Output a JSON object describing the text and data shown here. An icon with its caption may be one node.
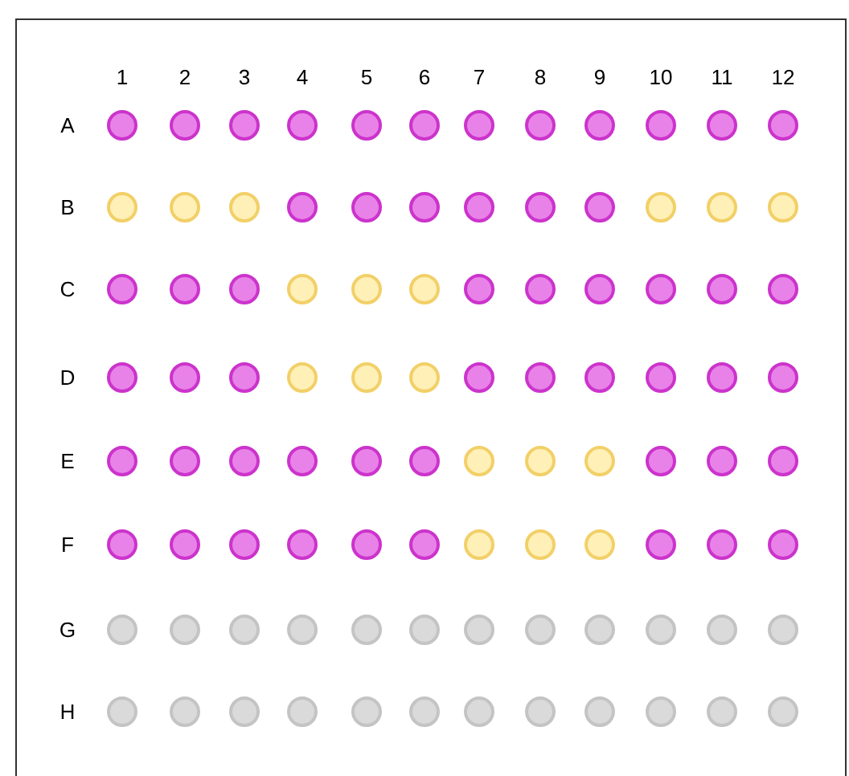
{
  "diagram": {
    "labels": [
      "1",
      "2",
      "3",
      "4",
      "5",
      "6",
      "7",
      "8",
      "9",
      "10",
      "11",
      "12",
      "A",
      "B",
      "C",
      "D",
      "E",
      "F",
      "G",
      "H"
    ]
  }
}
